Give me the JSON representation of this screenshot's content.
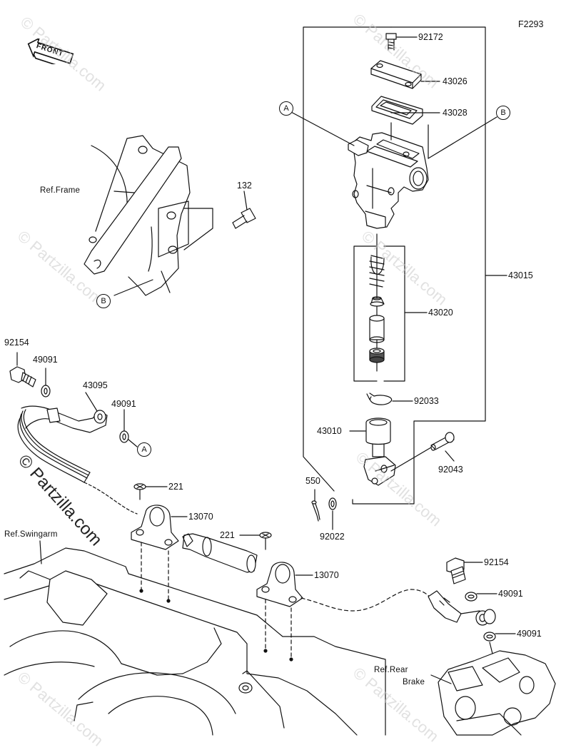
{
  "figure_code": "F2293",
  "front_label": "FRONT",
  "watermark": "© Partzilla.com",
  "callouts": {
    "a": "A",
    "b": "B"
  },
  "references": {
    "frame": "Ref.Frame",
    "swingarm": "Ref.Swingarm",
    "rear_brake_line1": "Ref.Rear",
    "rear_brake_line2": "Brake"
  },
  "parts": {
    "p92172": "92172",
    "p43026": "43026",
    "p43028": "43028",
    "p43015": "43015",
    "p43020": "43020",
    "p92033": "92033",
    "p43010": "43010",
    "p92043": "92043",
    "p550": "550",
    "p92022": "92022",
    "p132": "132",
    "p92154_top": "92154",
    "p49091_top": "49091",
    "p43095": "43095",
    "p49091_mid": "49091",
    "p221_top": "221",
    "p13070_top": "13070",
    "p221_mid": "221",
    "p13070_mid": "13070",
    "p92154_bottom": "92154",
    "p49091_bottom1": "49091",
    "p49091_bottom2": "49091"
  }
}
